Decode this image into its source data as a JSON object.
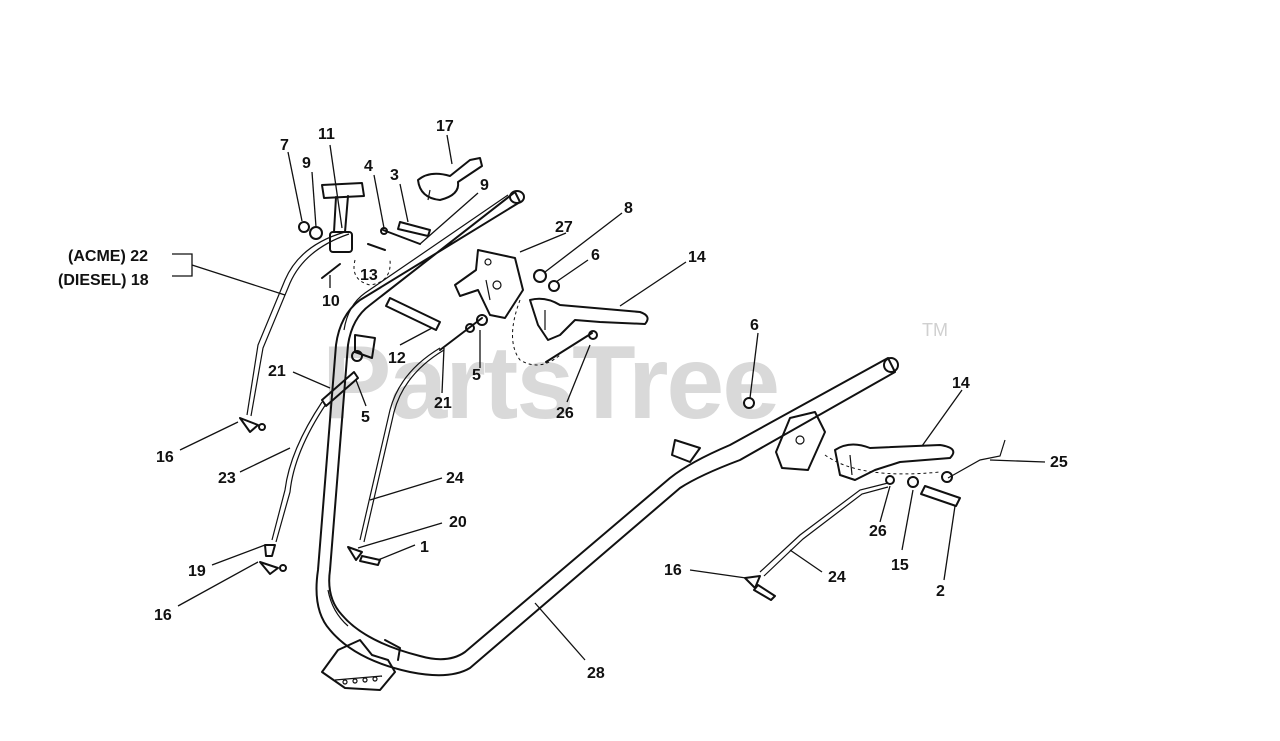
{
  "watermark": {
    "text": "PartsTree",
    "mark": "TM"
  },
  "labels": {
    "l7": "7",
    "l9a": "9",
    "l11": "11",
    "l4": "4",
    "l3": "3",
    "l17": "17",
    "l9b": "9",
    "l27": "27",
    "l8": "8",
    "l6a": "6",
    "l14a": "14",
    "acme": "(ACME) 22",
    "diesel": "(DIESEL) 18",
    "l13": "13",
    "l10": "10",
    "l12": "12",
    "l21a": "21",
    "l5a": "5",
    "l21b": "21",
    "l5b": "5",
    "l26a": "26",
    "l6b": "6",
    "l14b": "14",
    "l25": "25",
    "l16a": "16",
    "l23": "23",
    "l24a": "24",
    "l20": "20",
    "l1": "1",
    "l19": "19",
    "l16b": "16",
    "l16c": "16",
    "l24b": "24",
    "l26b": "26",
    "l15": "15",
    "l2": "2",
    "l28": "28"
  }
}
